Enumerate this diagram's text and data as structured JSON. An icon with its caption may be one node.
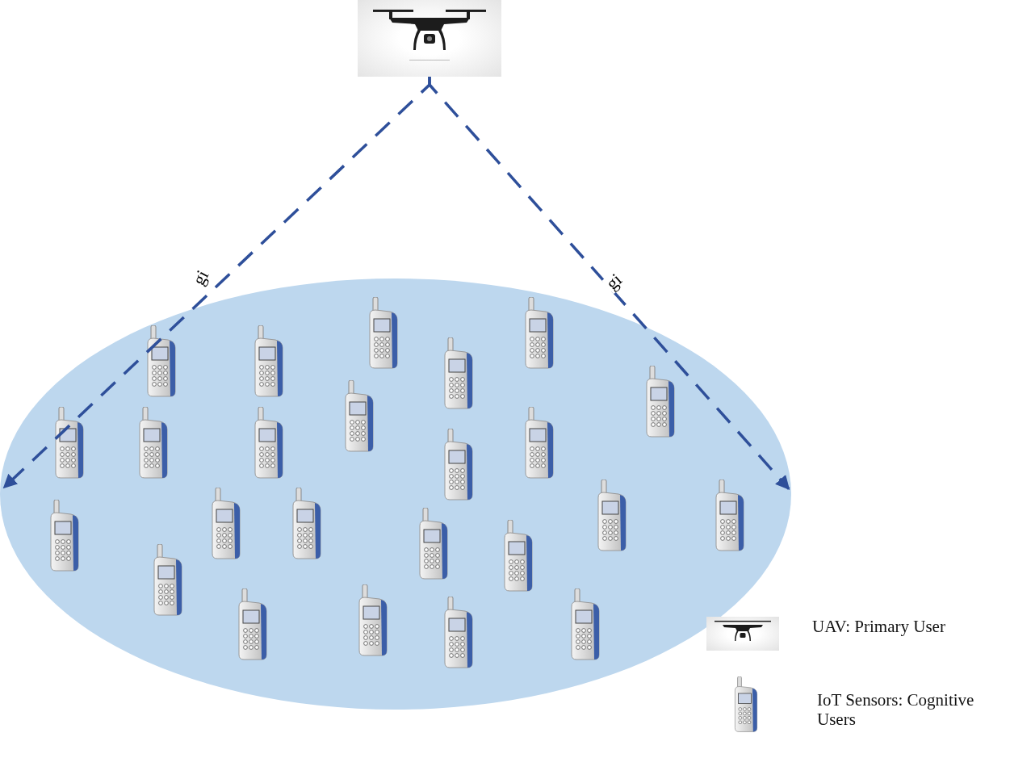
{
  "diagram": {
    "nodes": [
      {
        "text": [],
        "shape": "picture"
      },
      {
        "text": [],
        "shape": "ellipse"
      }
    ],
    "edges": [
      {
        "from": 0,
        "to": 1,
        "arrow": "to",
        "label": "gi",
        "style": "dashed"
      },
      {
        "from": 0,
        "to": 1,
        "arrow": "to",
        "label": "gi",
        "style": "dashed"
      }
    ],
    "legend": [
      {
        "text": "UAV: Primary User"
      },
      {
        "text": "IoT Sensors: Cognitive Users"
      }
    ]
  }
}
